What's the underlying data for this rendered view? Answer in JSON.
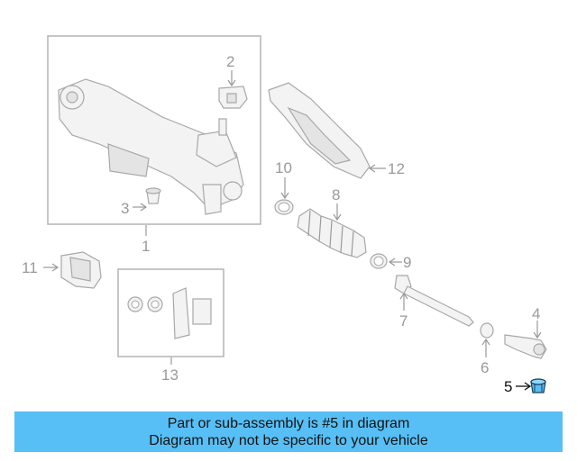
{
  "diagram": {
    "callouts": [
      {
        "id": "1",
        "text": "1"
      },
      {
        "id": "2",
        "text": "2"
      },
      {
        "id": "3",
        "text": "3"
      },
      {
        "id": "4",
        "text": "4"
      },
      {
        "id": "5",
        "text": "5"
      },
      {
        "id": "6",
        "text": "6"
      },
      {
        "id": "7",
        "text": "7"
      },
      {
        "id": "8",
        "text": "8"
      },
      {
        "id": "9",
        "text": "9"
      },
      {
        "id": "10",
        "text": "10"
      },
      {
        "id": "11",
        "text": "11"
      },
      {
        "id": "12",
        "text": "12"
      },
      {
        "id": "13",
        "text": "13"
      }
    ],
    "highlighted_part": "5",
    "highlight_color": "#57bff5"
  },
  "banner": {
    "line1": "Part or sub-assembly is #5 in diagram",
    "line2": "Diagram may not be specific to your vehicle",
    "background": "#57bff5"
  }
}
